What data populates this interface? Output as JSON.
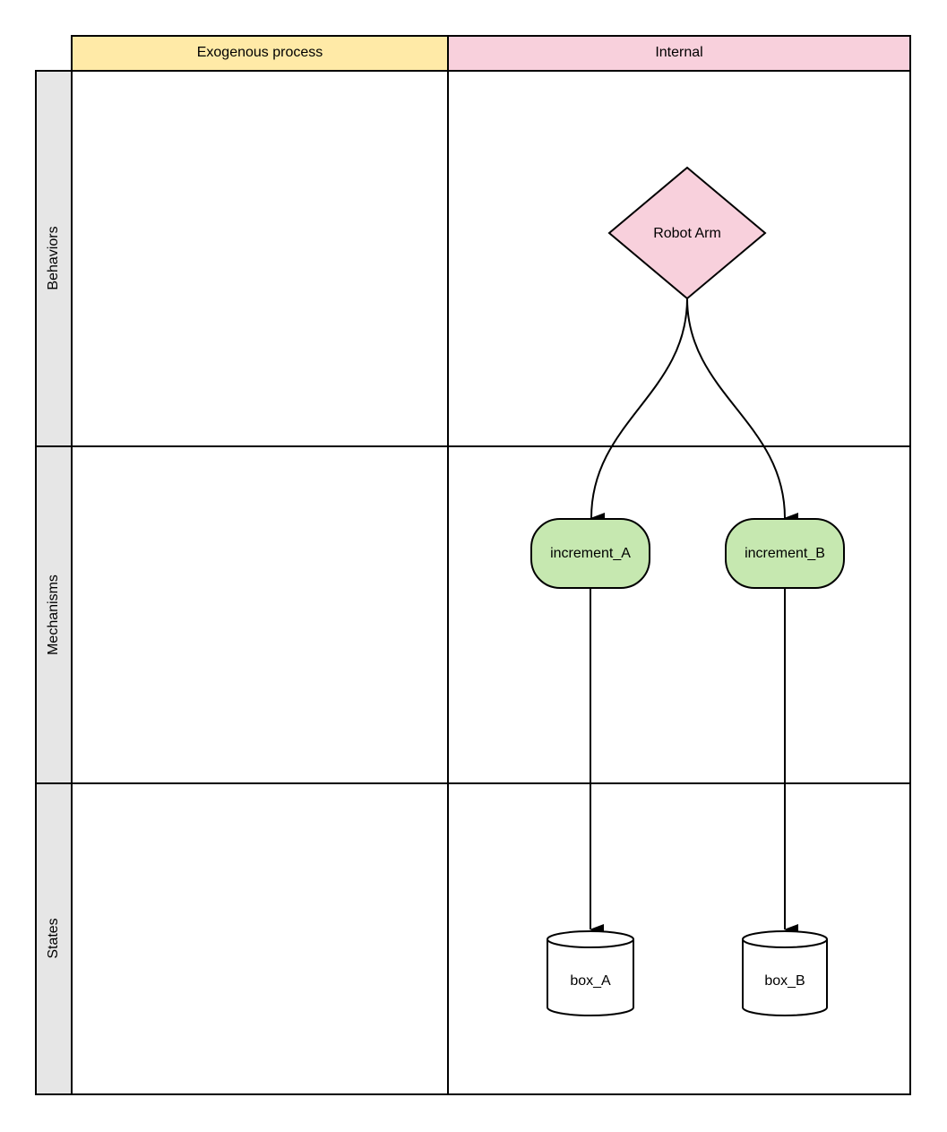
{
  "columns": [
    {
      "label": "Exogenous process",
      "color": "#ffeaa7"
    },
    {
      "label": "Internal",
      "color": "#f8d0dc"
    }
  ],
  "rows": [
    {
      "label": "Behaviors"
    },
    {
      "label": "Mechanisms"
    },
    {
      "label": "States"
    }
  ],
  "nodes": {
    "robot_arm": {
      "label": "Robot Arm",
      "shape": "diamond",
      "color": "#f8d0dc"
    },
    "increment_a": {
      "label": "increment_A",
      "shape": "rounded-rect",
      "color": "#c6e8b0"
    },
    "increment_b": {
      "label": "increment_B",
      "shape": "rounded-rect",
      "color": "#c6e8b0"
    },
    "box_a": {
      "label": "box_A",
      "shape": "cylinder",
      "color": "#ffffff"
    },
    "box_b": {
      "label": "box_B",
      "shape": "cylinder",
      "color": "#ffffff"
    }
  },
  "edges": [
    {
      "from": "Robot Arm",
      "to": "increment_A"
    },
    {
      "from": "Robot Arm",
      "to": "increment_B"
    },
    {
      "from": "increment_A",
      "to": "box_A"
    },
    {
      "from": "increment_B",
      "to": "box_B"
    }
  ],
  "colors": {
    "row_header": "#e6e6e6",
    "line": "#000000"
  }
}
